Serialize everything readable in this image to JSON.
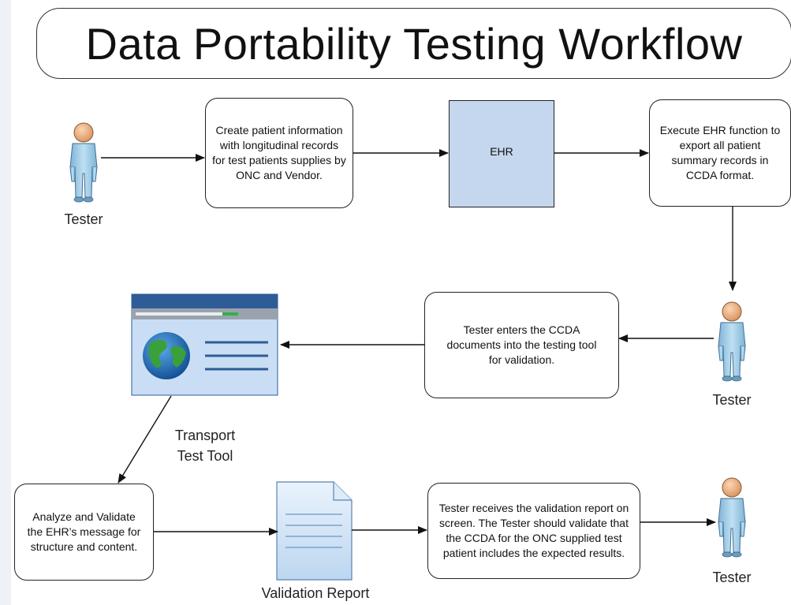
{
  "title": "Data Portability Testing Workflow",
  "actors": {
    "tester_1": "Tester",
    "tester_2": "Tester",
    "tester_3": "Tester"
  },
  "boxes": {
    "create_patient": "Create  patient information with longitudinal records for test patients supplies by ONC and Vendor.",
    "ehr": "EHR",
    "execute_export": "Execute EHR function to export all patient summary records in CCDA format.",
    "enter_ccda": "Tester enters the CCDA documents into the testing tool for validation.",
    "analyze_validate": "Analyze and Validate the EHR’s message for structure and content.",
    "receive_report": "Tester receives the validation report on screen.  The Tester should validate that the CCDA for the ONC supplied test patient includes the expected results."
  },
  "labels": {
    "transport_tool_line1": "Transport",
    "transport_tool_line2": "Test Tool",
    "validation_report": "Validation Report"
  },
  "icons": {
    "person": "person-icon",
    "tool": "browser-globe-icon",
    "document": "document-icon"
  },
  "colors": {
    "person_body": "#9ccbe6",
    "person_head": "#f2b98a",
    "ehr_fill": "#c5d6ef",
    "tool_header": "#2e5c96",
    "tool_body": "#c9def4"
  }
}
